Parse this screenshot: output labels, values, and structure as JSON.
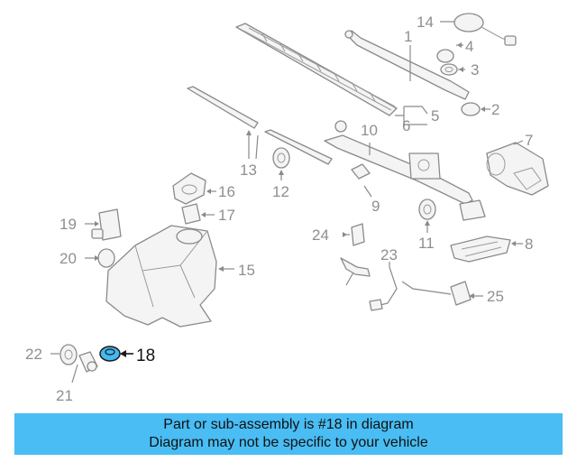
{
  "banner": {
    "line1": "Part or sub-assembly is #18 in diagram",
    "line2": "Diagram may not be specific to your vehicle"
  },
  "highlight_color": "#45b8f0",
  "callouts": {
    "n1": "1",
    "n2": "2",
    "n3": "3",
    "n4": "4",
    "n5": "5",
    "n6": "6",
    "n7": "7",
    "n8": "8",
    "n9": "9",
    "n10": "10",
    "n11": "11",
    "n12": "12",
    "n13": "13",
    "n14": "14",
    "n15": "15",
    "n16": "16",
    "n17": "17",
    "n18": "18",
    "n19": "19",
    "n20": "20",
    "n21": "21",
    "n22": "22",
    "n23": "23",
    "n24": "24",
    "n25": "25"
  },
  "highlighted_part": "18"
}
